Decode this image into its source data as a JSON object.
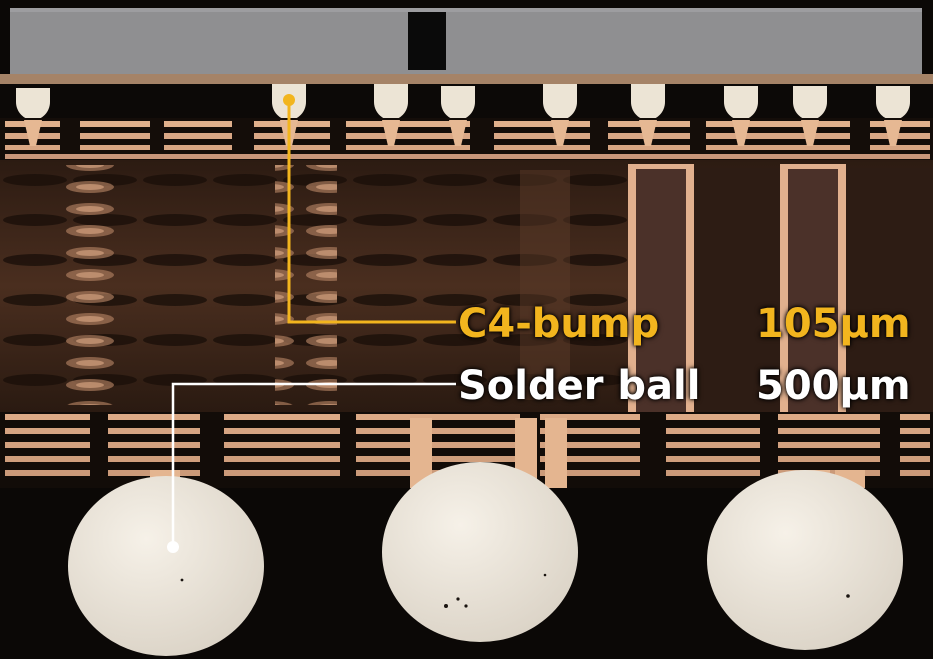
{
  "labels": {
    "c4_name": "C4-bump",
    "c4_size": "105µm",
    "ball_name": "Solder ball",
    "ball_size": "500µm"
  },
  "colors": {
    "c4_accent": "#f2b51e",
    "ball_accent": "#ffffff",
    "die": "#8d8d8f",
    "copper": "#e3b491",
    "core": "#3a2418",
    "solder": "#ece6db"
  }
}
